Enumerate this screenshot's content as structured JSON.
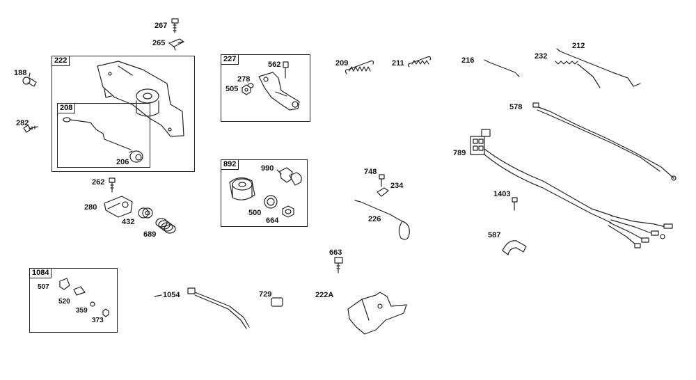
{
  "groups": {
    "g222": "222",
    "g208": "208",
    "g227": "227",
    "g892": "892",
    "g1084": "1084"
  },
  "labels": {
    "p267": "267",
    "p265": "265",
    "p188": "188",
    "p282": "282",
    "p206": "206",
    "p262": "262",
    "p280": "280",
    "p432": "432",
    "p689": "689",
    "p562": "562",
    "p278": "278",
    "p505": "505",
    "p990": "990",
    "p500": "500",
    "p664": "664",
    "p209": "209",
    "p211": "211",
    "p216": "216",
    "p232": "232",
    "p212": "212",
    "p578": "578",
    "p789": "789",
    "p748": "748",
    "p234": "234",
    "p226": "226",
    "p1403": "1403",
    "p587": "587",
    "p663": "663",
    "p507": "507",
    "p520": "520",
    "p359": "359",
    "p373": "373",
    "p1054": "1054",
    "p729": "729",
    "p222A": "222A"
  }
}
